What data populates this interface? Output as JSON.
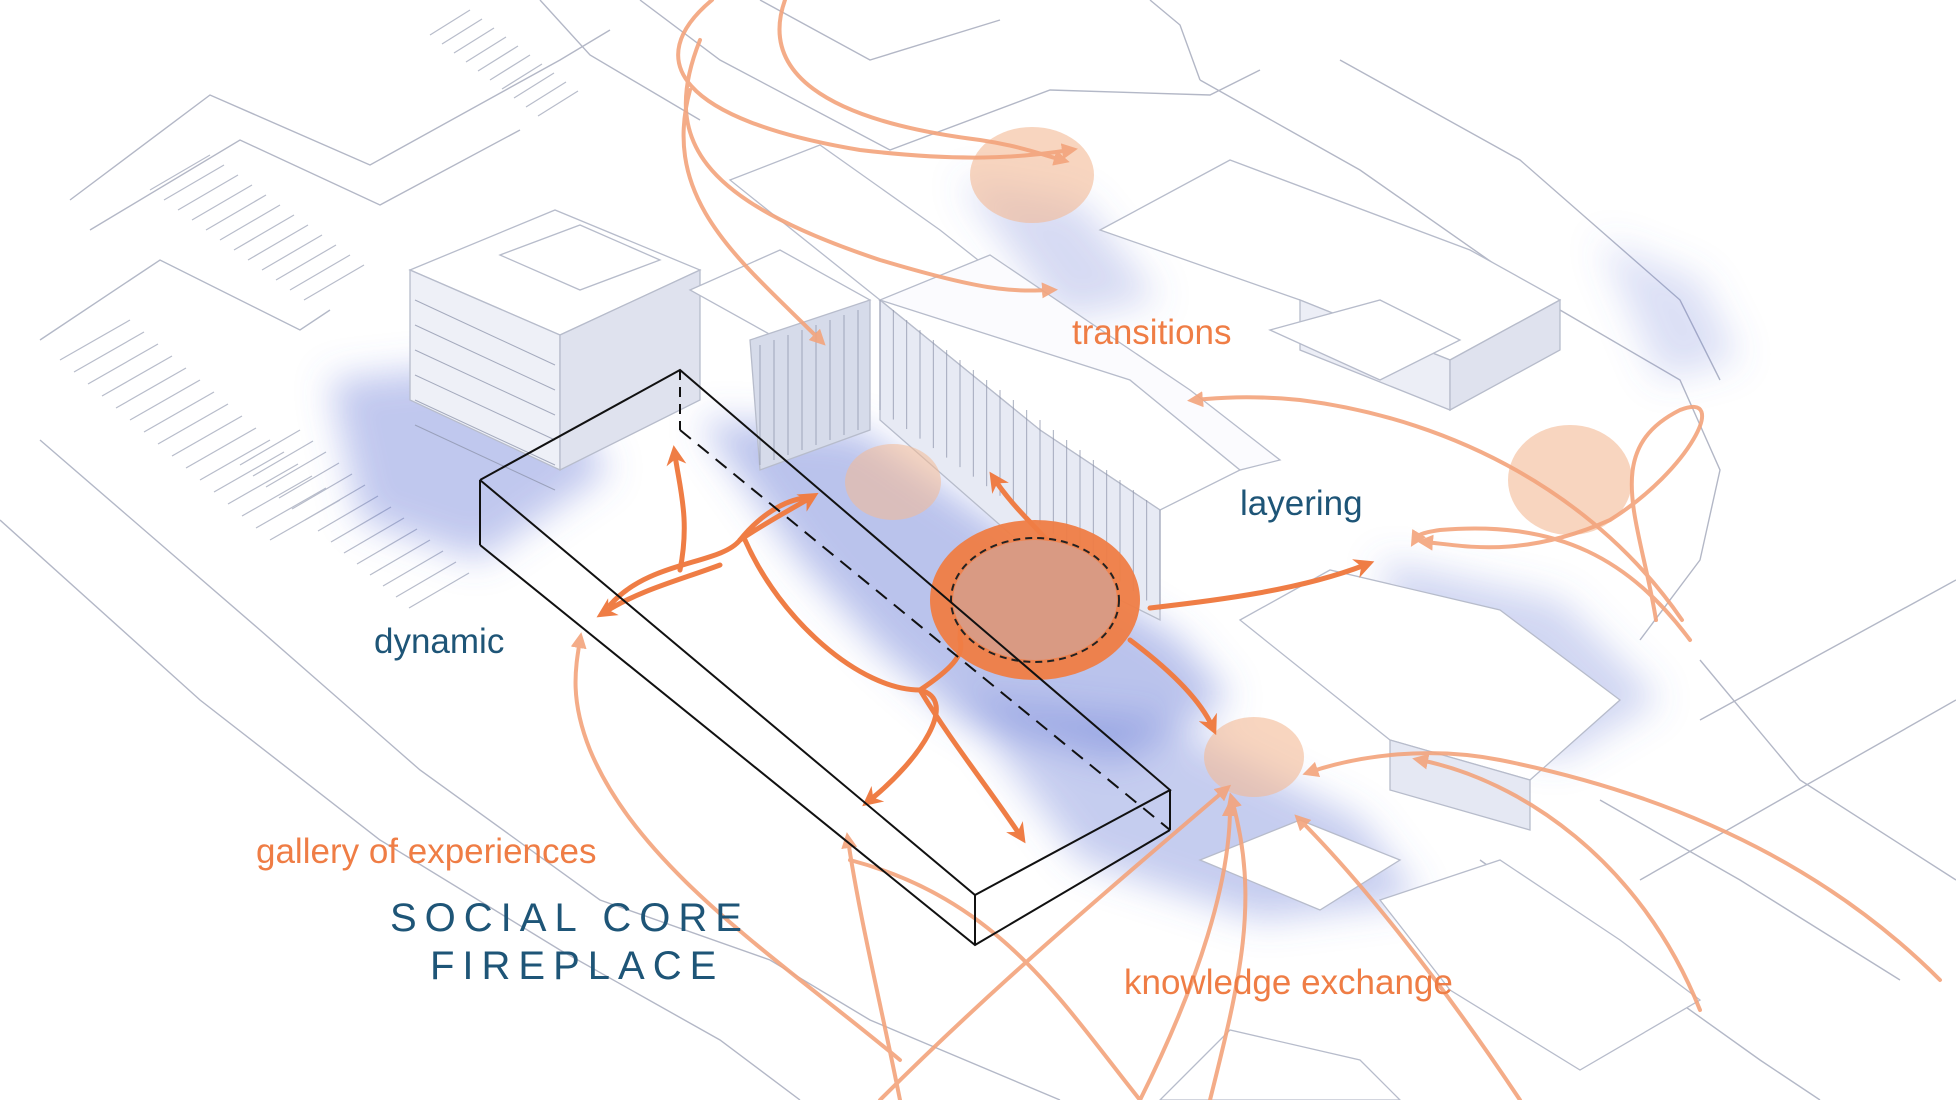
{
  "labels": {
    "transitions": "transitions",
    "layering": "layering",
    "dynamic": "dynamic",
    "gallery": "gallery of experiences",
    "knowledge": "knowledge exchange",
    "title_line1": "SOCIAL CORE",
    "title_line2": "FIREPLACE"
  },
  "colors": {
    "flow_orange": "#ef7d45",
    "zone_peach": "#f4b994",
    "shadow_blue": "#5b6fd1",
    "text_blue": "#1e5577",
    "linework": "#9aa0b4"
  }
}
